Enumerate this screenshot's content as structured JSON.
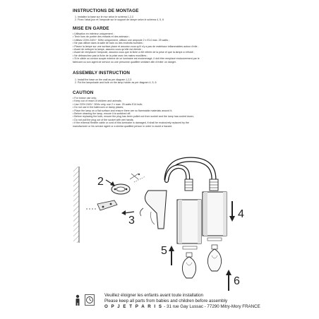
{
  "montage": {
    "title": "INSTRUCTIONS DE MONTAGE",
    "steps": [
      "1.   Installez la base sur le mur selon le schéma 1,2,3",
      "2.   Fixez l'abat-jour et l'ampoule sur le support de lampe selon le schéma 4, 5, 6"
    ]
  },
  "garde": {
    "title": "MISE EN GARDE",
    "items": [
      "•  Utilisation en intérieur uniquement ;",
      "•  Tenir hors de portée des enfants et des animaux ;",
      "•  Utilisez 220V-240V~ 50Hz uniquement, utilisez une ampoule 2 x E14 max. 25 watts ;",
      "•  Ne pas utiliser dans la salle de bain ou des endroits humides ;",
      "•  Placez la lampe sur une surface plane et assurez-vous qu'il n'y a pas de matériaux inflammables autour d'elle ;",
      "•  Avant de nettoyer la lampe, assurez-vous qu'elle est éteinte ;",
      "•  Avant de remplacer l'ampoule, assurez-vous que la fiche a été retirée de la prise et que la lampe a refroidi ;",
      "•  Ne débranchez pas la fiche de la prise avec les mains mouillées ;",
      "•  Si le câble ou cordon souple externe de ce luminaire est endommagé, il doit être remplacé exclusivement par le",
      "    fabricant ou son agent de service ou une personne qualifiée similaire afin d'éviter un danger."
    ]
  },
  "assembly": {
    "title": "ASSEMBLY INSTRUCTION",
    "steps": [
      "1.   Install the base on the wall as per diagram 1,2,3",
      "2.   Put the lampshade and bulb on the lamp holder as per diagram 4, 5, 6"
    ]
  },
  "caution": {
    "title": "CAUTION",
    "items": [
      "•  For indoor use only;",
      "•  Keep out of reach of children and animals;",
      "•  Use 220V-240V~ 50Hz only, use 2 x max. 25 watts E14 bulb;",
      "•  Do not use in the bathroom or damp places;",
      "•  Place the lamp on a flat surface and ensure there are no flammable materials around it;",
      "•  Before cleaning the lamp, ensure it is switched off;",
      "•  Before replacing the bulb, ensure the plug has been pulled out from socket and the lamp has cooled down;",
      "•  Do not pull the plug out of the socket with wet hands;",
      "•  If the external flexible cable or cord of this luminaire is damaged, it shall be exclusively replaced by the",
      "    manufacturer or his service agent or a similar qualified person in order to avoid a hazard."
    ]
  },
  "diagram": {
    "labels": [
      "2",
      "3",
      "4",
      "5",
      "6"
    ]
  },
  "footer": {
    "line1": "Veuillez éloigner les enfants avant toute installation",
    "line2": "Please keep all parts from babies and children before assembly",
    "brand": "O P J E T  P A R I S",
    "address": " - 31 rue Gay Lussac - 77290 Mitry-Mory FRANCE"
  }
}
